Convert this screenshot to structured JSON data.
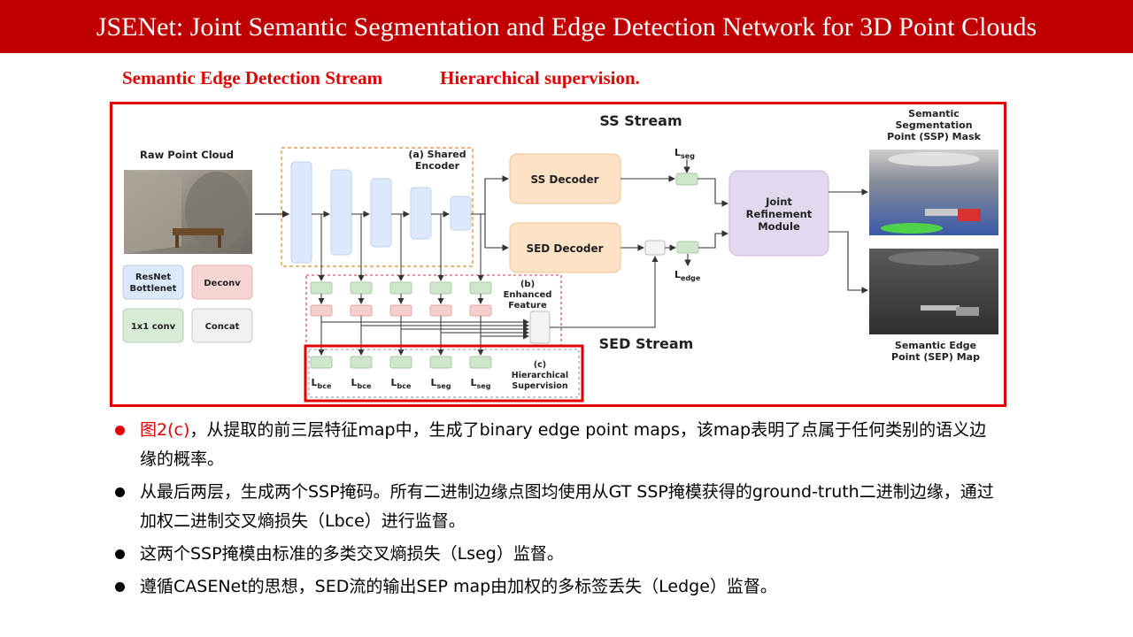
{
  "slide": {
    "title": "JSENet: Joint Semantic Segmentation and Edge Detection Network for 3D Point Clouds",
    "subheading_left": "Semantic Edge Detection Stream",
    "subheading_right": "Hierarchical supervision."
  },
  "figure": {
    "ss_stream": "SS Stream",
    "sed_stream": "SED Stream",
    "raw_point_cloud": "Raw Point Cloud",
    "shared_encoder_a": "(a) Shared",
    "shared_encoder_b": "Encoder",
    "ss_decoder": "SS Decoder",
    "sed_decoder": "SED Decoder",
    "joint_1": "Joint",
    "joint_2": "Refinement",
    "joint_3": "Module",
    "l_seg": "L",
    "l_seg_sub": "seg",
    "l_edge": "L",
    "l_edge_sub": "edge",
    "ssp_1": "Semantic",
    "ssp_2": "Segmentation",
    "ssp_3": "Point (SSP) Mask",
    "sep_1": "Semantic Edge",
    "sep_2": "Point (SEP) Map",
    "enhanced_b": "(b)",
    "enhanced_1": "Enhanced",
    "enhanced_2": "Feature",
    "hier_c": "(c)",
    "hier_1": "Hierarchical",
    "hier_2": "Supervision",
    "legend_resnet_1": "ResNet",
    "legend_resnet_2": "Bottlenet",
    "legend_deconv": "Deconv",
    "legend_conv": "1x1 conv",
    "legend_concat": "Concat",
    "losses": [
      {
        "main": "L",
        "sub": "bce"
      },
      {
        "main": "L",
        "sub": "bce"
      },
      {
        "main": "L",
        "sub": "bce"
      },
      {
        "main": "L",
        "sub": "seg"
      },
      {
        "main": "L",
        "sub": "seg"
      }
    ]
  },
  "bullets": [
    {
      "highlight": "图2(c)",
      "text": "，从提取的前三层特征map中，生成了binary  edge point maps，该map表明了点属于任何类别的语义边缘的概率。",
      "dot_color": "#e00000"
    },
    {
      "highlight": "",
      "text": "从最后两层，生成两个SSP掩码。所有二进制边缘点图均使用从GT  SSP掩模获得的ground-truth二进制边缘，通过加权二进制交叉熵损失（Lbce）进行监督。",
      "dot_color": "#000000"
    },
    {
      "highlight": "",
      "text": "这两个SSP掩模由标准的多类交叉熵损失（Lseg）监督。",
      "dot_color": "#000000"
    },
    {
      "highlight": "",
      "text": "遵循CASENet的思想，SED流的输出SEP  map由加权的多标签丢失（Ledge）监督。",
      "dot_color": "#000000"
    }
  ]
}
